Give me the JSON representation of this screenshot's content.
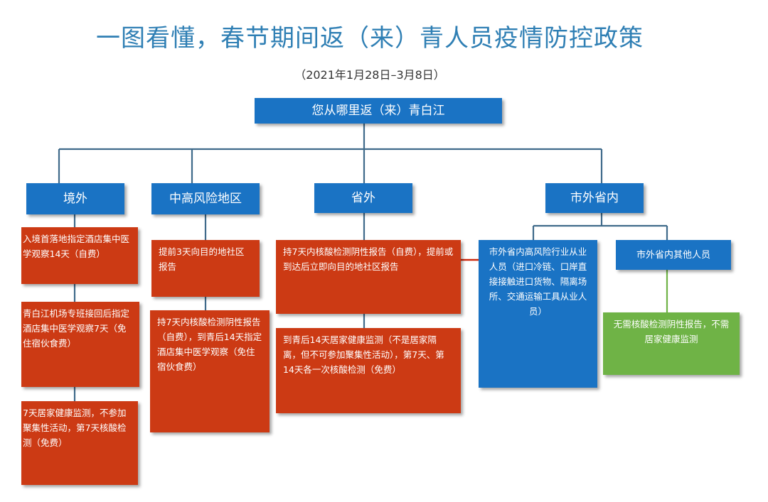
{
  "title": "一图看懂，春节期间返（来）青人员疫情防控政策",
  "subtitle": "（2021年1月28日–3月8日）",
  "root": "您从哪里返（来）青白江",
  "categories": {
    "overseas": {
      "label": "境外",
      "steps": [
        "入境首落地指定酒店集中医学观察14天（自费）",
        "青白江机场专班接回后指定酒店集中医学观察7天（免住宿伙食费）",
        "7天居家健康监测，不参加聚集性活动，第7天核酸检测（免费）"
      ]
    },
    "risk_area": {
      "label": "中高风险地区",
      "steps": [
        "提前3天向目的地社区报告",
        "持7天内核酸检测阴性报告（自费），到青后14天指定酒店集中医学观察（免住宿伙食费）"
      ]
    },
    "out_of_province": {
      "label": "省外",
      "steps": [
        "持7天内核酸检测阴性报告（自费），提前或到达后立即向目的地社区报告",
        "到青后14天居家健康监测（不是居家隔离，但不可参加聚集性活动），第7天、第14天各一次核酸检测（免费）"
      ]
    },
    "in_province": {
      "label": "市外省内",
      "high_risk": {
        "text": "市外省内高风险行业从业人员（进口冷链、口岸直接接触进口货物、隔离场所、交通运输工具从业人员）"
      },
      "others": {
        "label": "市外省内其他人员",
        "text": "无需核酸检测阴性报告，不需居家健康监测"
      }
    }
  },
  "colors": {
    "title": "#2f7fb4",
    "blue_box": "#1a73c4",
    "red_box": "#cc3a14",
    "green_box": "#6fb346",
    "connector": "#3f6a8a",
    "green_connector": "#6fb346",
    "red_connector": "#cc2a10"
  }
}
